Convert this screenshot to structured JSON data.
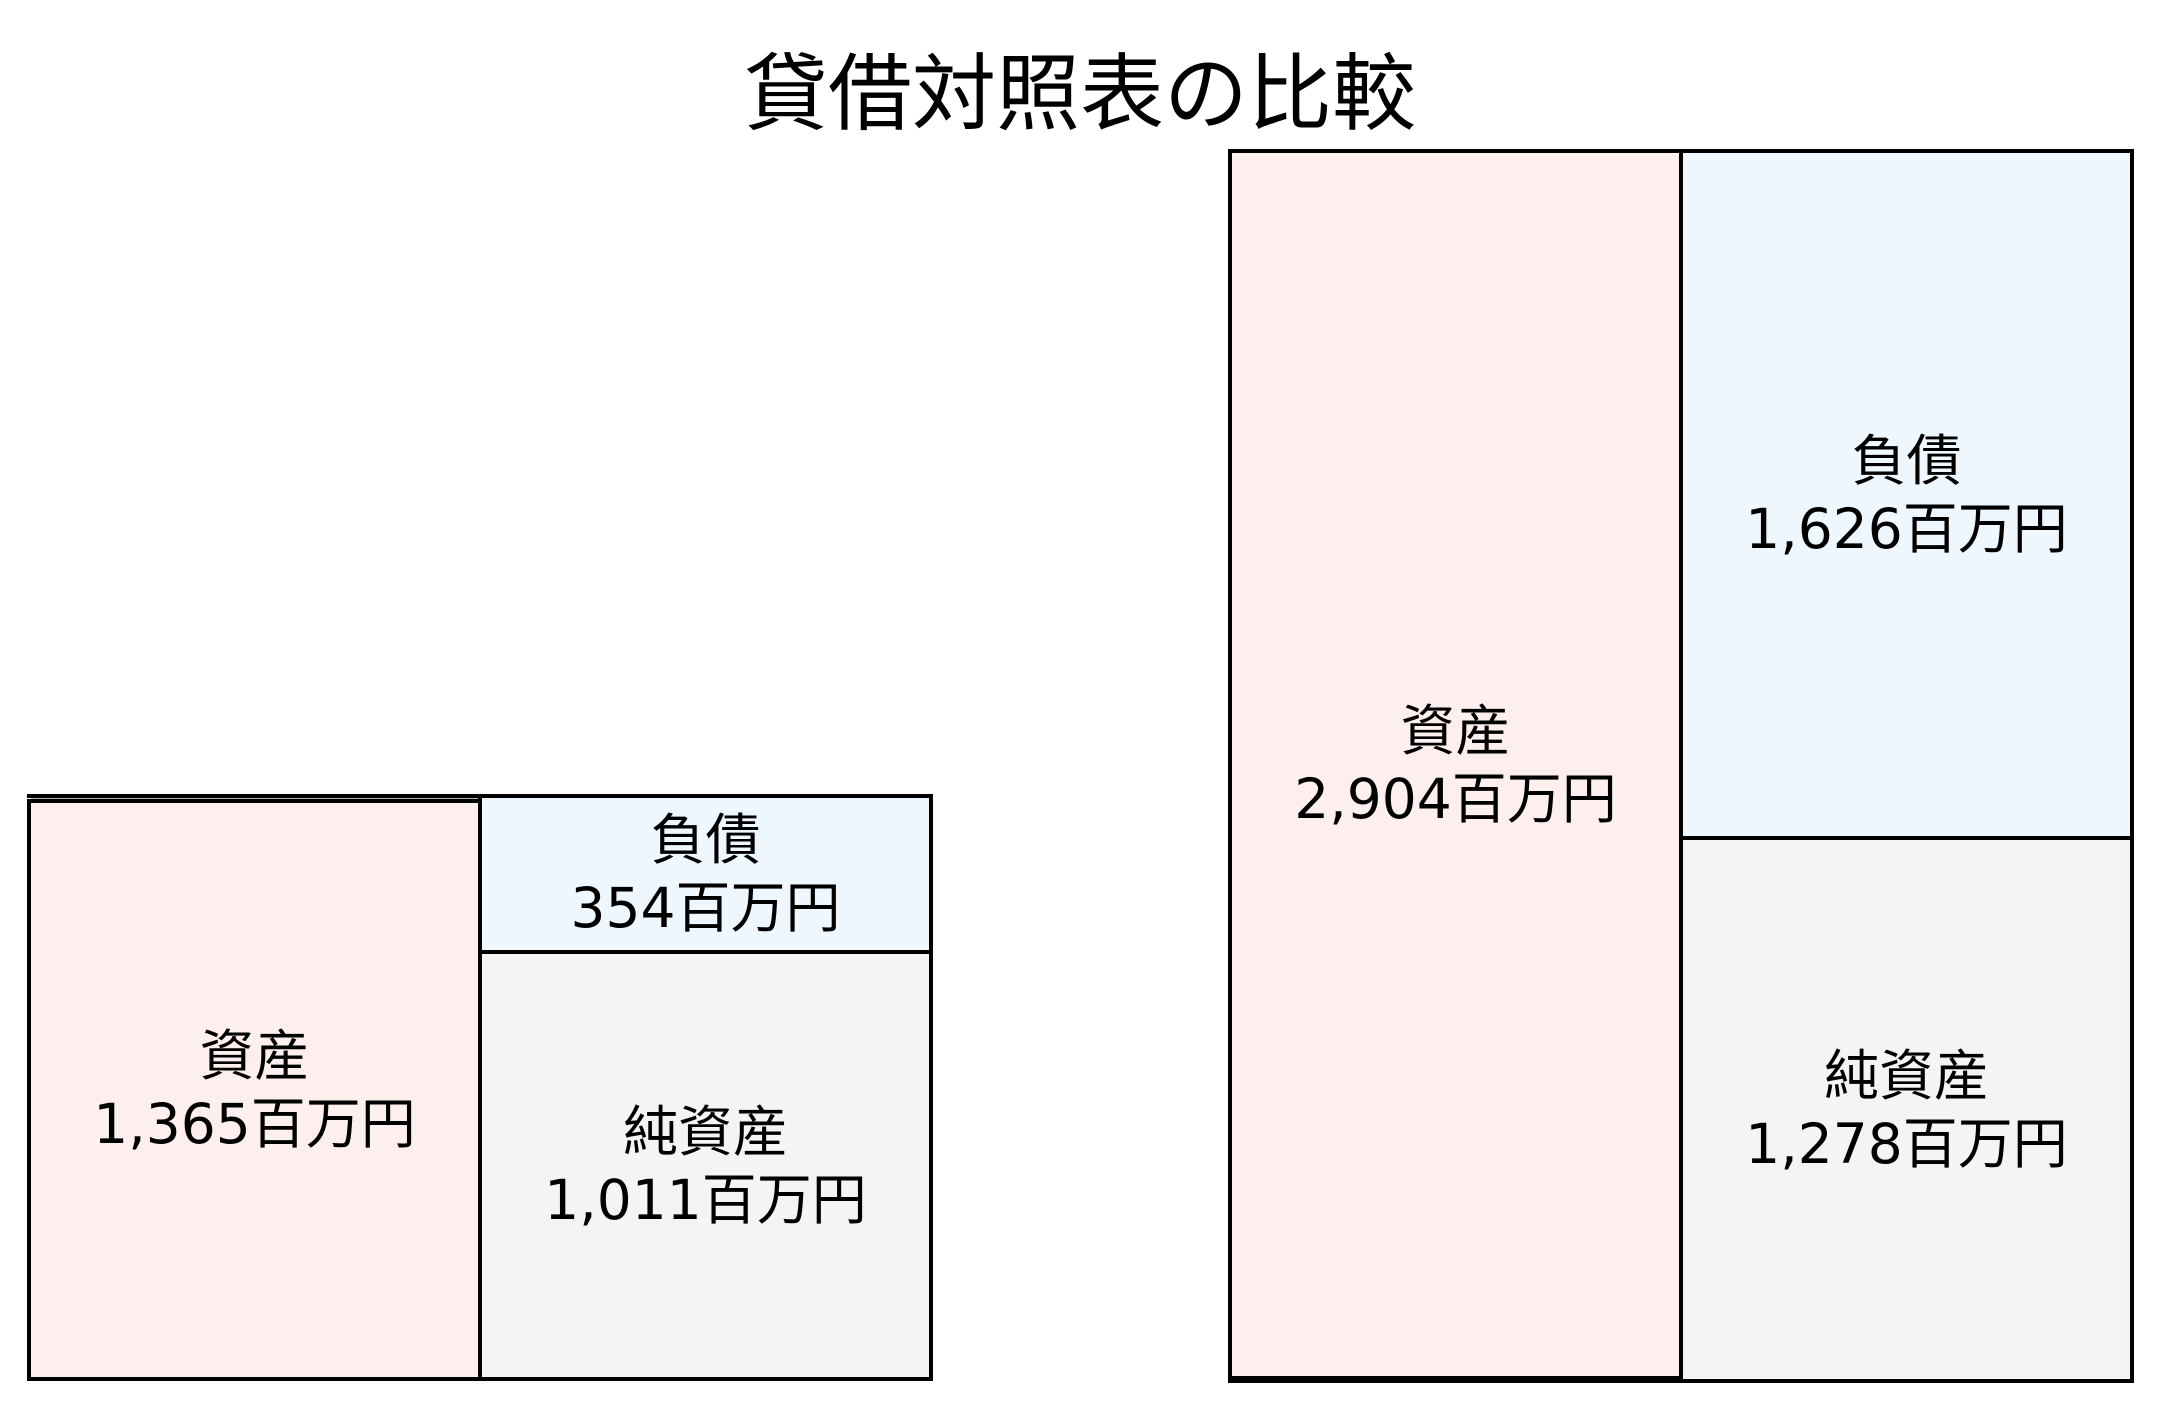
{
  "title": "貸借対照表の比較",
  "charts": {
    "left": {
      "assets": {
        "label": "資産",
        "value": "1,365百万円"
      },
      "liabilities": {
        "label": "負債",
        "value": "354百万円"
      },
      "net_assets": {
        "label": "純資産",
        "value": "1,011百万円"
      }
    },
    "right": {
      "assets": {
        "label": "資産",
        "value": "2,904百万円"
      },
      "liabilities": {
        "label": "負債",
        "value": "1,626百万円"
      },
      "net_assets": {
        "label": "純資産",
        "value": "1,278百万円"
      }
    }
  },
  "colors": {
    "assets": "#FDEFEE",
    "liabilities": "#EEF6FE",
    "net_assets": "#F4F4F4",
    "border": "#000000"
  },
  "chart_data": [
    {
      "type": "bar",
      "stacked": true,
      "title": "貸借対照表の比較",
      "unit": "百万円",
      "columns": [
        {
          "segments": [
            {
              "label": "資産",
              "value": 1365
            }
          ]
        },
        {
          "segments": [
            {
              "label": "負債",
              "value": 354
            },
            {
              "label": "純資産",
              "value": 1011
            }
          ]
        }
      ],
      "grid": false,
      "legend": "none"
    },
    {
      "type": "bar",
      "stacked": true,
      "title": "貸借対照表の比較",
      "unit": "百万円",
      "columns": [
        {
          "segments": [
            {
              "label": "資産",
              "value": 2904
            }
          ]
        },
        {
          "segments": [
            {
              "label": "負債",
              "value": 1626
            },
            {
              "label": "純資産",
              "value": 1278
            }
          ]
        }
      ],
      "grid": false,
      "legend": "none"
    }
  ]
}
